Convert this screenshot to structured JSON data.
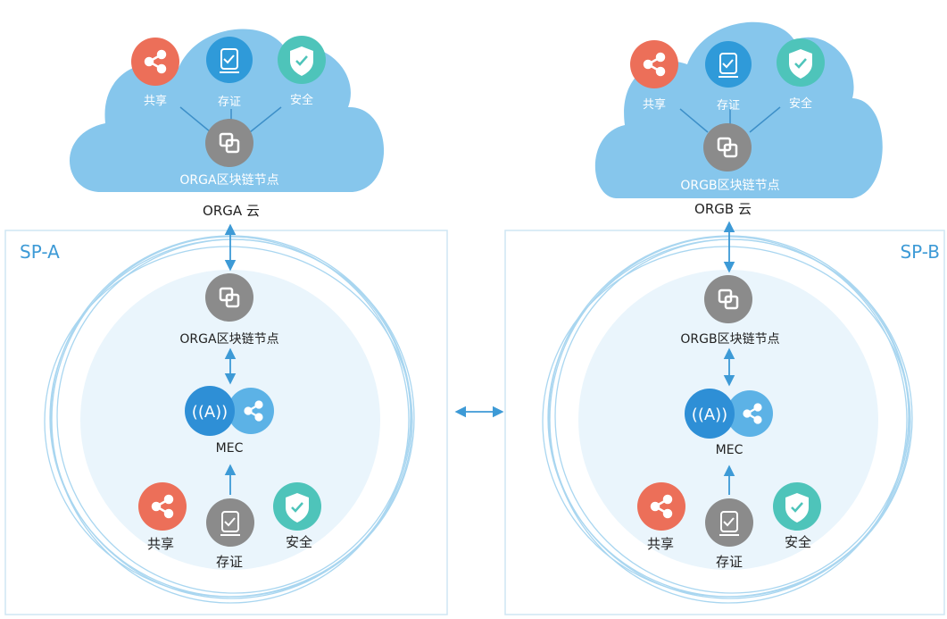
{
  "left": {
    "cloud": {
      "share_label": "共享",
      "evidence_label": "存证",
      "security_label": "安全",
      "node_label": "ORGA区块链节点",
      "cloud_label": "ORGA 云"
    },
    "sp": {
      "title": "SP-A",
      "node_label": "ORGA区块链节点",
      "mec_label": "MEC",
      "share_label": "共享",
      "evidence_label": "存证",
      "security_label": "安全"
    }
  },
  "right": {
    "cloud": {
      "share_label": "共享",
      "evidence_label": "存证",
      "security_label": "安全",
      "node_label": "ORGB区块链节点",
      "cloud_label": "ORGB 云"
    },
    "sp": {
      "title": "SP-B",
      "node_label": "ORGB区块链节点",
      "mec_label": "MEC",
      "share_label": "共享",
      "evidence_label": "存证",
      "security_label": "安全"
    }
  },
  "colors": {
    "cloud": "#86c6ec",
    "share": "#ec6f59",
    "evidence_cloud": "#2f9ad9",
    "security": "#4ec4ba",
    "node": "#8b8b8b",
    "evidence_sp": "#8b8b8b",
    "mec": "#2e8fd6",
    "mec_share": "#5cb2e6",
    "arrow": "#3d9ad6",
    "sp_title": "#3d9ad6"
  }
}
